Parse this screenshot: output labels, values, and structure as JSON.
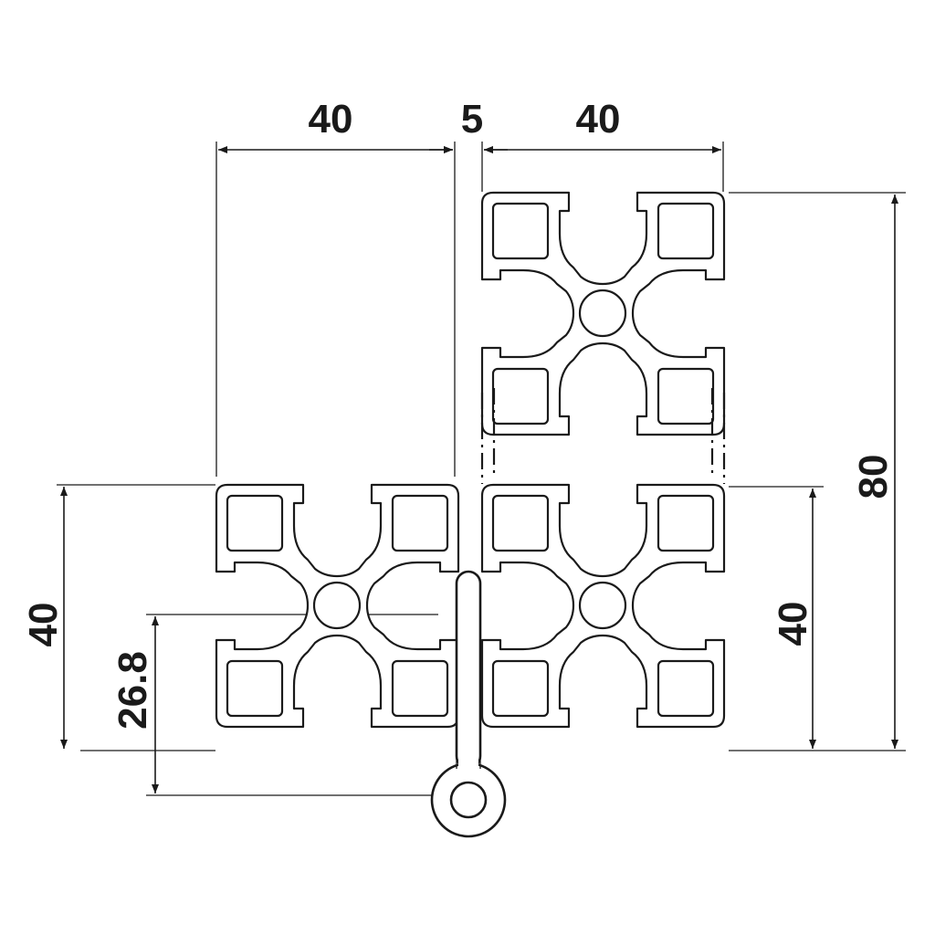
{
  "dimensions": {
    "top_left_width": "40",
    "gap": "5",
    "top_right_width": "40",
    "right_total_height": "80",
    "right_lower_height": "40",
    "left_height": "40",
    "bolt_offset": "26.8"
  },
  "colors": {
    "line": "#1a1a1a",
    "background": "#ffffff"
  }
}
